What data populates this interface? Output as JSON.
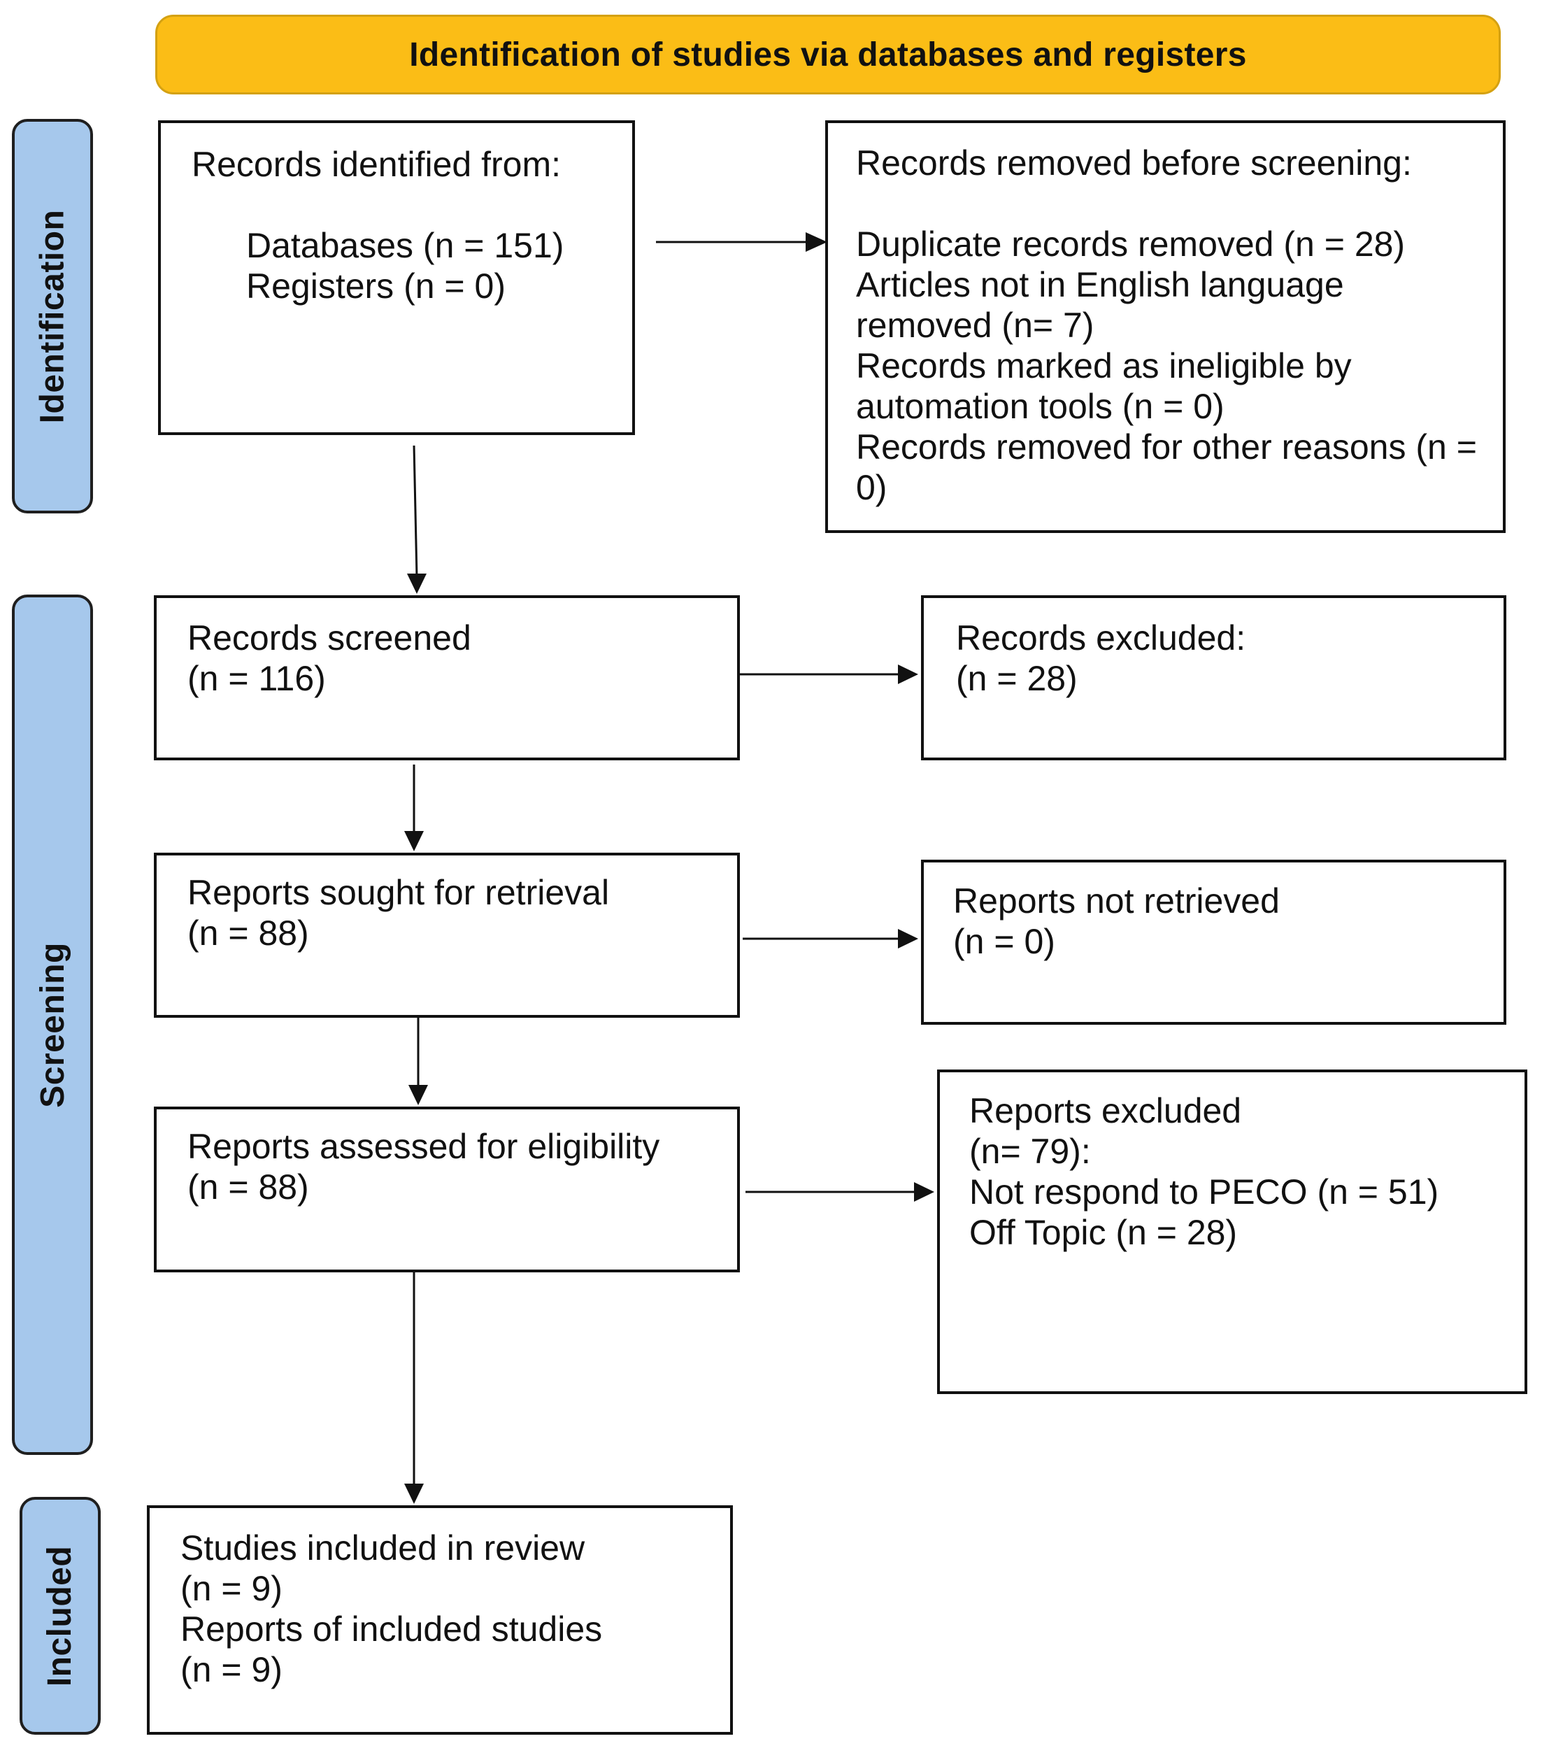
{
  "header": {
    "title": "Identification of studies via databases and registers"
  },
  "phases": {
    "identification": "Identification",
    "screening": "Screening",
    "included": "Included"
  },
  "identified": {
    "title": "Records identified from:",
    "databases": "Databases (n = 151)",
    "registers": "Registers (n = 0)"
  },
  "removed": {
    "title": "Records removed before screening:",
    "duplicates": "Duplicate records removed (n = 28)",
    "non_english": "Articles not in English language removed (n= 7)",
    "automation": "Records marked as ineligible by automation tools (n = 0)",
    "other": "Records removed for other reasons (n = 0)"
  },
  "screened": {
    "title": "Records screened",
    "count": "(n = 116)"
  },
  "excluded": {
    "title": "Records excluded:",
    "count": "(n = 28)"
  },
  "sought": {
    "title": "Reports sought for retrieval",
    "count": "(n = 88)"
  },
  "not_retrieved": {
    "title": "Reports not retrieved",
    "count": "(n = 0)"
  },
  "assessed": {
    "title": "Reports assessed for eligibility",
    "count": "(n = 88)"
  },
  "reports_excluded": {
    "title": "Reports excluded",
    "count": "(n= 79):",
    "peco": "Not respond to PECO (n = 51)",
    "off_topic": "Off Topic (n = 28)"
  },
  "included": {
    "studies": "Studies included in review",
    "studies_count": "(n = 9)",
    "reports": "Reports of included studies",
    "reports_count": "(n = 9)"
  }
}
